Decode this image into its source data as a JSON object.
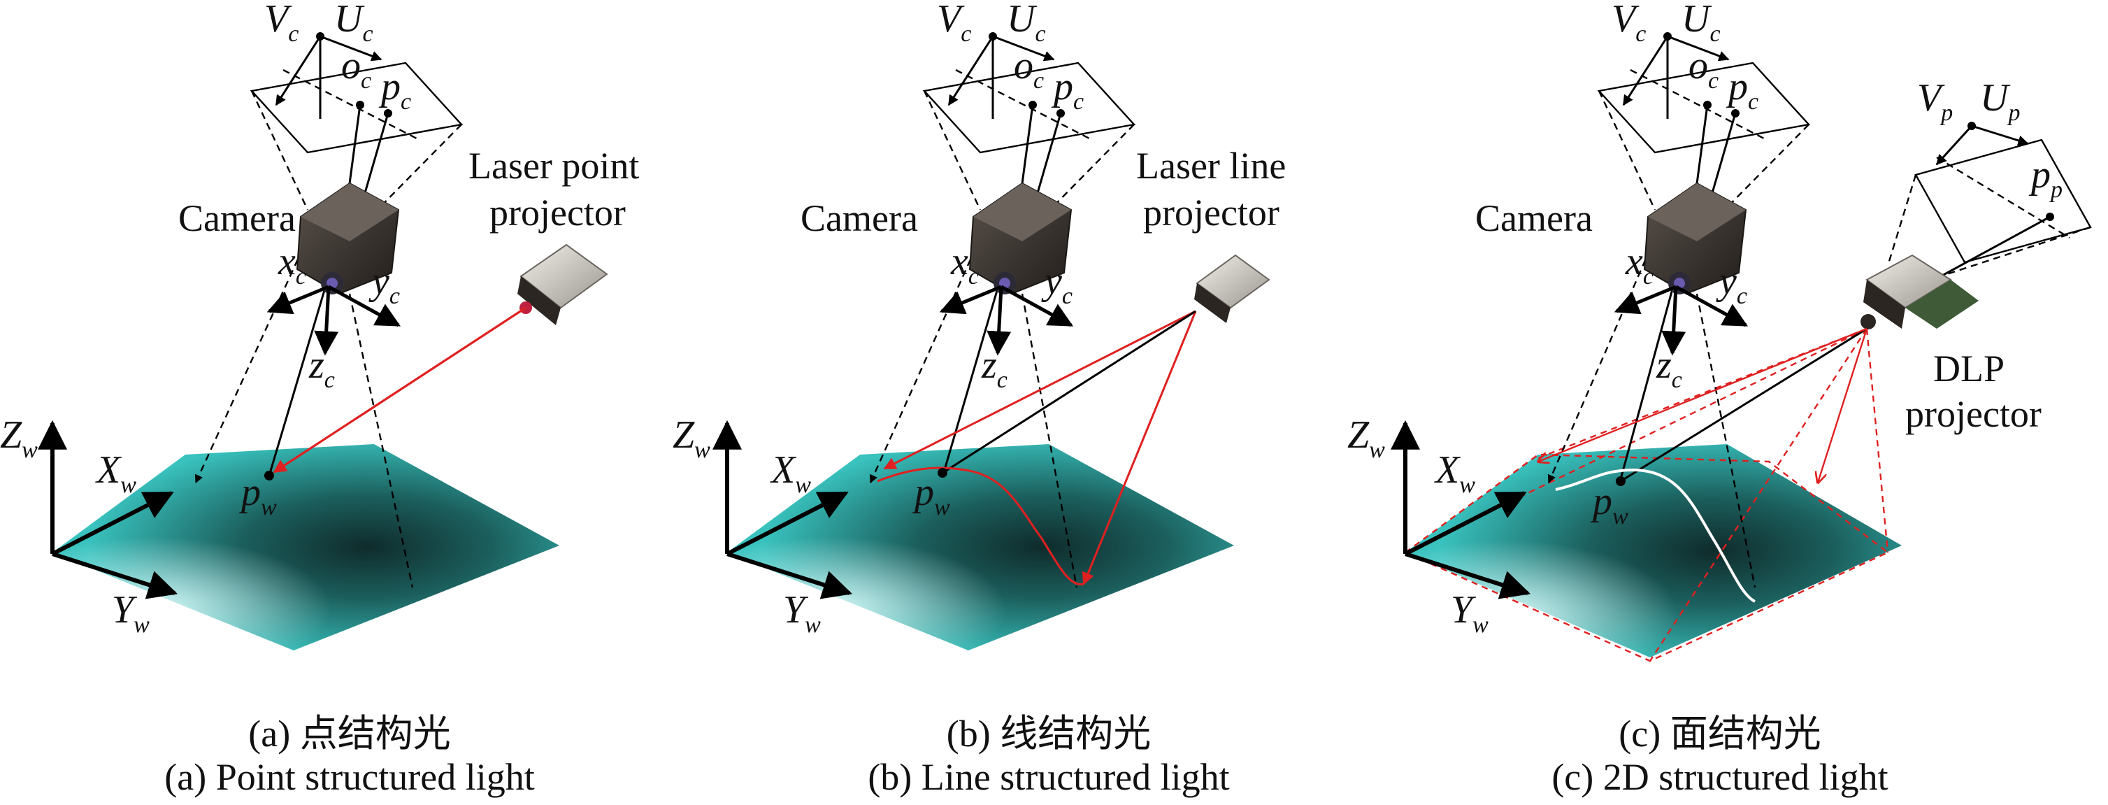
{
  "panels": [
    {
      "id": "a",
      "camera": "Camera",
      "projector_lines": [
        "Laser point",
        "projector"
      ],
      "caption_cn": "(a) 点结构光",
      "caption_en": "(a) Point structured light"
    },
    {
      "id": "b",
      "camera": "Camera",
      "projector_lines": [
        "Laser line",
        "projector"
      ],
      "caption_cn": "(b) 线结构光",
      "caption_en": "(b) Line structured light"
    },
    {
      "id": "c",
      "camera": "Camera",
      "projector_lines": [
        "DLP",
        "projector"
      ],
      "caption_cn": "(c) 面结构光",
      "caption_en": "(c) 2D structured light"
    }
  ],
  "symbols": {
    "V": "V",
    "U": "U",
    "o": "o",
    "p": "p",
    "x": "x",
    "y": "y",
    "z": "z",
    "X": "X",
    "Y": "Y",
    "Z": "Z",
    "sub_c": "c",
    "sub_w": "w",
    "sub_p": "p"
  },
  "colors": {
    "surface": "#2fb3b0",
    "laser": "#e02020",
    "stripe": "#ffffff",
    "camera": "#3a3430"
  }
}
